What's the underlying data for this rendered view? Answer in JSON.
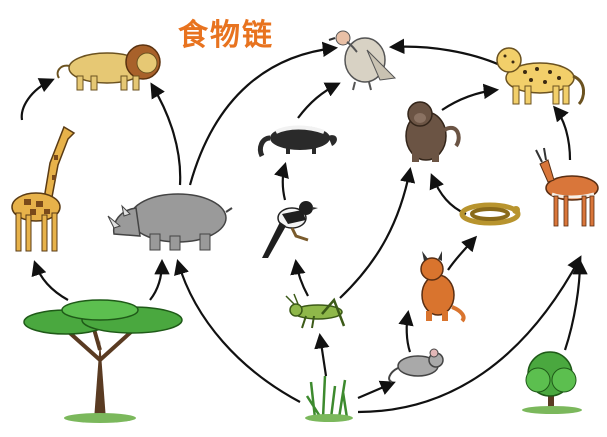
{
  "title": "食物链",
  "colors": {
    "title": "#e8731f",
    "arrow": "#111111",
    "foliage": "#4aa83f",
    "trunk": "#5a3b22",
    "giraffe": "#e7b24a",
    "rhino": "#9a9a9a",
    "lion": "#e6c874",
    "leopard": "#f2cf6a",
    "baboon": "#6b5444",
    "antelope": "#d9763a",
    "lynx": "#d9742e",
    "mouse": "#a9a9a9",
    "grasshopper": "#8fb84a",
    "snake": "#b8942e",
    "vulture": "#d8d2c4",
    "skunk": "#2a2a2a"
  },
  "nodes": [
    {
      "id": "lion",
      "icon": "lion-icon"
    },
    {
      "id": "vulture",
      "icon": "vulture-icon"
    },
    {
      "id": "leopard",
      "icon": "leopard-icon"
    },
    {
      "id": "giraffe",
      "icon": "giraffe-icon"
    },
    {
      "id": "rhino",
      "icon": "rhino-icon"
    },
    {
      "id": "skunk",
      "icon": "skunk-icon"
    },
    {
      "id": "baboon",
      "icon": "baboon-icon"
    },
    {
      "id": "magpie",
      "icon": "magpie-icon"
    },
    {
      "id": "snake",
      "icon": "snake-icon"
    },
    {
      "id": "antelope",
      "icon": "antelope-icon"
    },
    {
      "id": "lynx",
      "icon": "lynx-icon"
    },
    {
      "id": "grasshopper",
      "icon": "grasshopper-icon"
    },
    {
      "id": "mouse",
      "icon": "mouse-icon"
    },
    {
      "id": "acacia-tree",
      "icon": "acacia-tree-icon"
    },
    {
      "id": "grass",
      "icon": "grass-icon"
    },
    {
      "id": "shrub",
      "icon": "shrub-icon"
    }
  ],
  "edges": [
    {
      "from": "acacia-tree",
      "to": "giraffe"
    },
    {
      "from": "acacia-tree",
      "to": "rhino"
    },
    {
      "from": "giraffe",
      "to": "lion"
    },
    {
      "from": "rhino",
      "to": "lion"
    },
    {
      "from": "rhino",
      "to": "vulture"
    },
    {
      "from": "grass",
      "to": "rhino"
    },
    {
      "from": "grass",
      "to": "grasshopper"
    },
    {
      "from": "grass",
      "to": "mouse"
    },
    {
      "from": "grass",
      "to": "antelope"
    },
    {
      "from": "grasshopper",
      "to": "magpie"
    },
    {
      "from": "grasshopper",
      "to": "baboon"
    },
    {
      "from": "magpie",
      "to": "skunk"
    },
    {
      "from": "skunk",
      "to": "vulture"
    },
    {
      "from": "mouse",
      "to": "lynx"
    },
    {
      "from": "lynx",
      "to": "snake"
    },
    {
      "from": "snake",
      "to": "baboon"
    },
    {
      "from": "baboon",
      "to": "leopard"
    },
    {
      "from": "leopard",
      "to": "vulture"
    },
    {
      "from": "antelope",
      "to": "leopard"
    },
    {
      "from": "shrub",
      "to": "antelope"
    }
  ]
}
